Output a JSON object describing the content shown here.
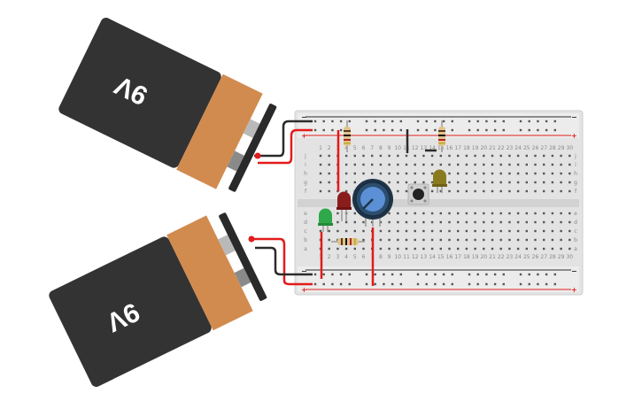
{
  "circuit": {
    "battery_top_label": "9V",
    "battery_bottom_label": "9V",
    "rail_plus": "+",
    "rail_minus": "−",
    "row_letters_top": [
      "j",
      "i",
      "h",
      "g",
      "f"
    ],
    "row_letters_bottom": [
      "e",
      "d",
      "c",
      "b",
      "a"
    ],
    "column_numbers": [
      "1",
      "2",
      "3",
      "4",
      "5",
      "6",
      "7",
      "8",
      "9",
      "10",
      "11",
      "12",
      "13",
      "14",
      "15",
      "16",
      "17",
      "18",
      "19",
      "20",
      "21",
      "22",
      "23",
      "24",
      "25",
      "26",
      "27",
      "28",
      "29",
      "30"
    ]
  },
  "colors": {
    "battery_body": "#333333",
    "battery_cap": "#d28b4f",
    "wire_red": "#e21b1b",
    "wire_black": "#2b2b2b",
    "breadboard": "#e2e2e2",
    "led_red": "#8b1c1c",
    "led_green": "#2fa84a",
    "led_yellow": "#8a7a1e",
    "pot_knob": "#5b8fd6"
  }
}
